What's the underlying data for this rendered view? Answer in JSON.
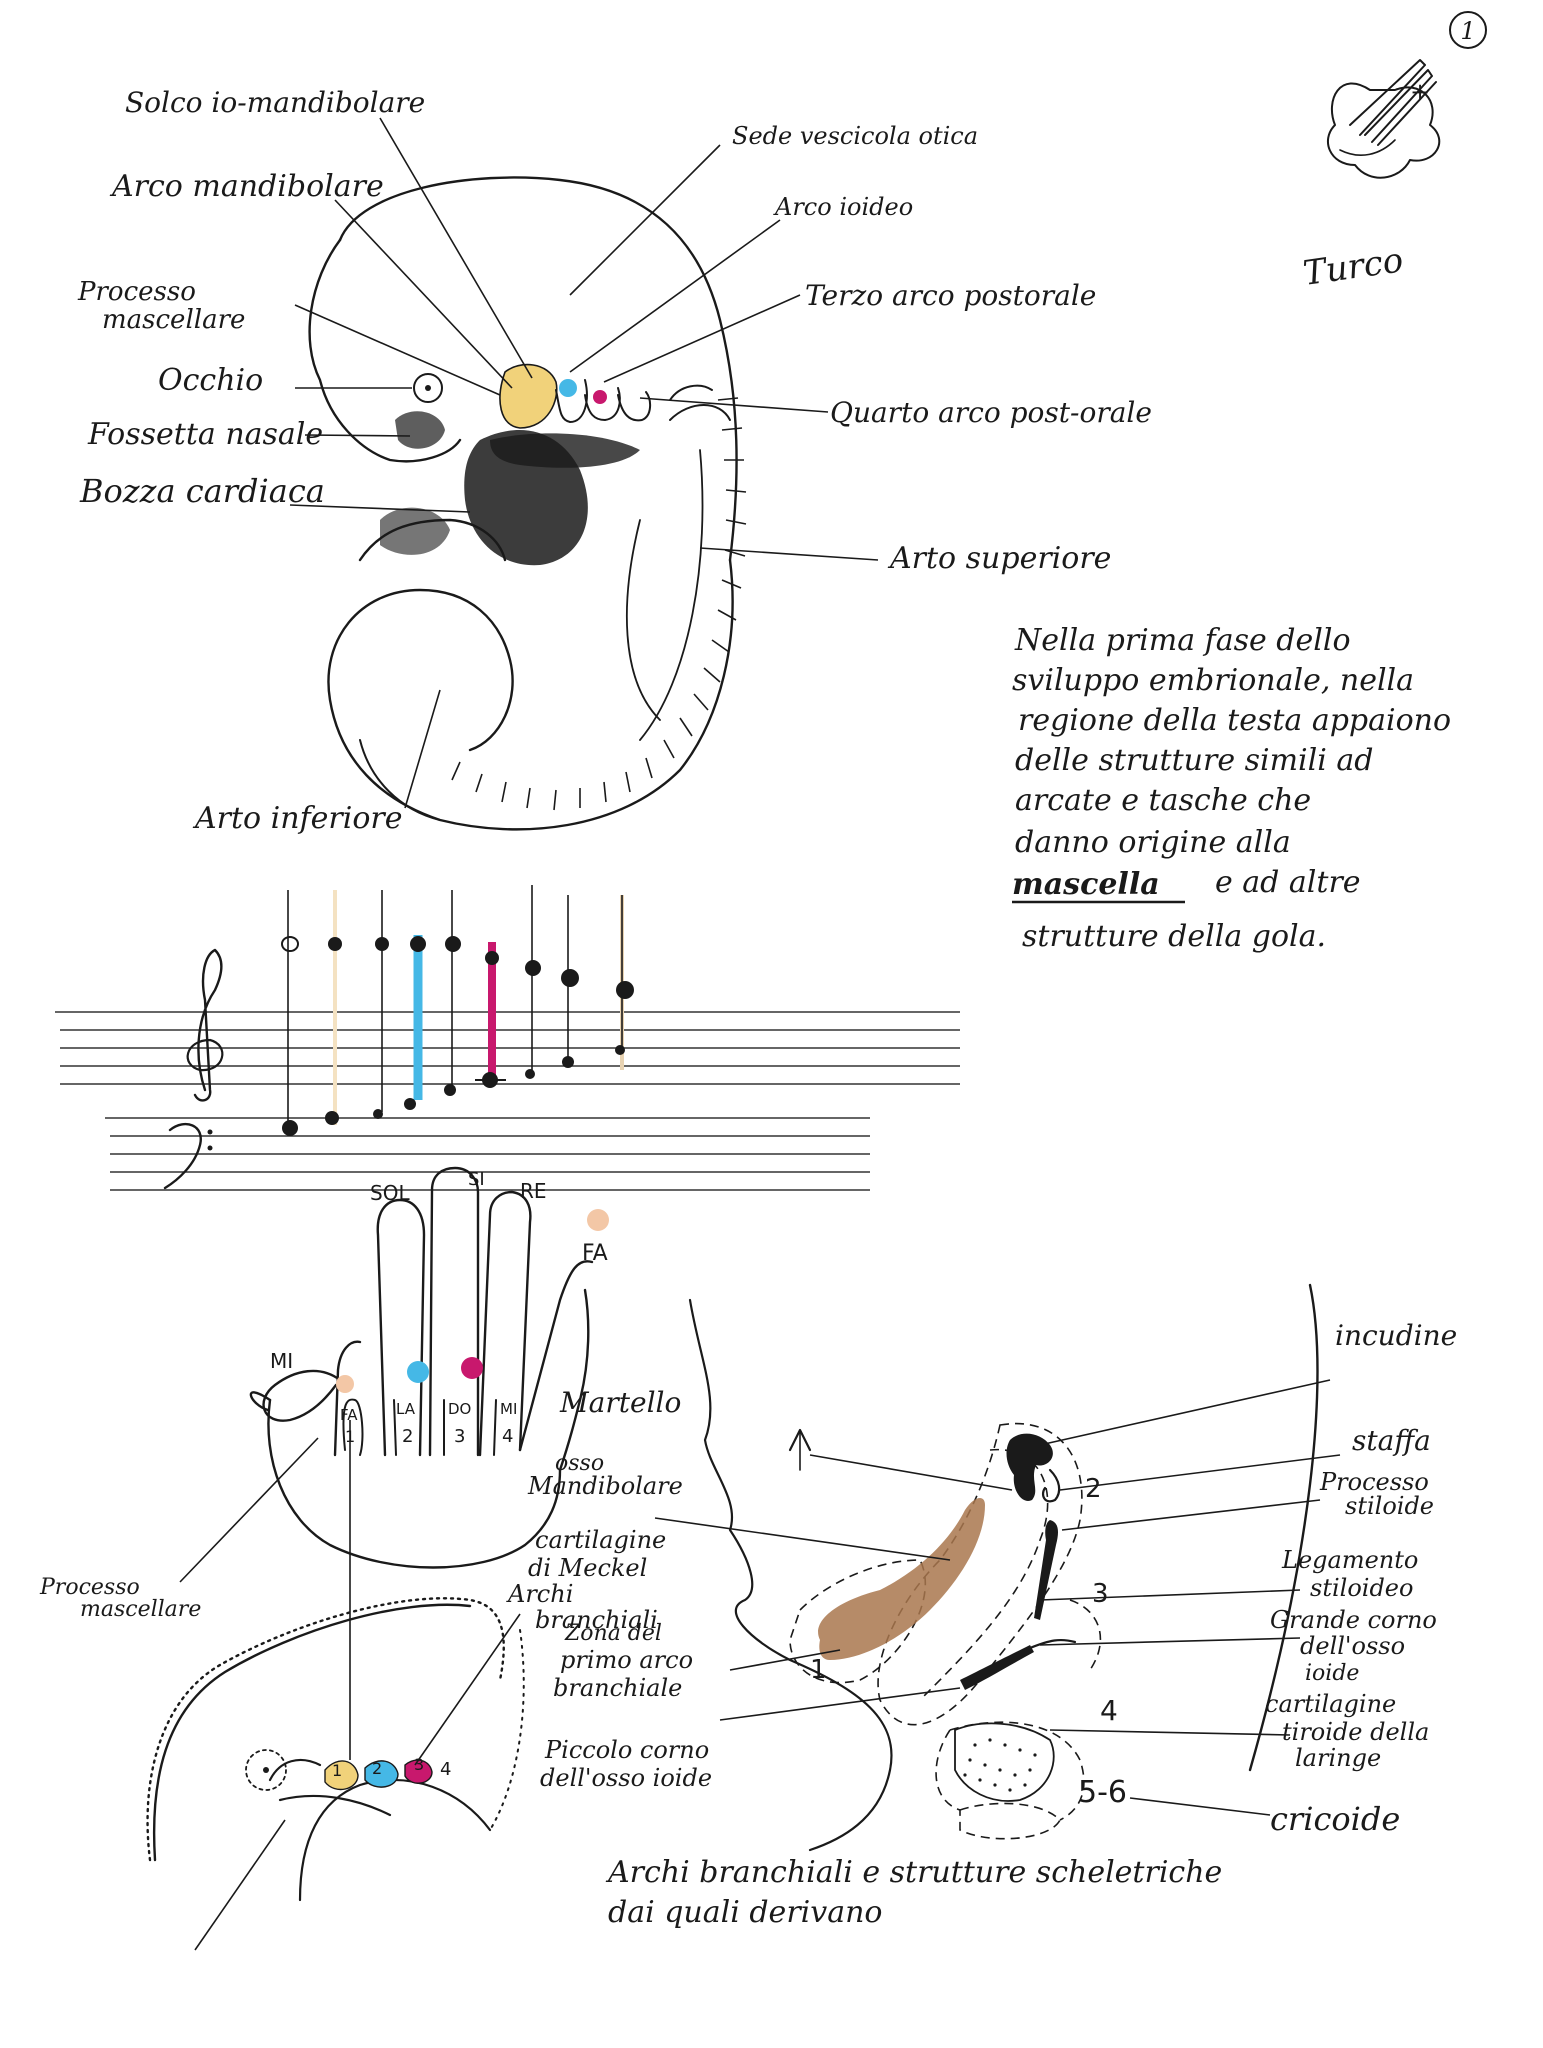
{
  "page_number": "1",
  "corner_sketch": {
    "label": "Turco",
    "sign": "+"
  },
  "embryo": {
    "labels": {
      "solco": "Solco io-mandibolare",
      "arco_mandibolare": "Arco mandibolare",
      "processo_mascellare": [
        "Processo",
        "mascellare"
      ],
      "occhio": "Occhio",
      "fossetta_nasale": "Fossetta nasale",
      "bozza_cardiaca": "Bozza cardiaca",
      "arto_inferiore": "Arto inferiore",
      "sede_vescicola": "Sede vescicola otica",
      "arco_ioideo": "Arco ioideo",
      "terzo_arco": "Terzo arco postorale",
      "quarto_arco": "Quarto arco post-orale",
      "arto_superiore": "Arto superiore"
    }
  },
  "note": {
    "lines": [
      "Nella prima fase dello",
      "sviluppo embrionale, nella",
      "regione della testa appaiono",
      "delle strutture simili ad",
      "arcate e tasche che",
      "danno origine alla"
    ],
    "emph": "mascella",
    "tail": "e ad altre",
    "last": "strutture della gola."
  },
  "hand": {
    "top_notes": {
      "sol": "SOL",
      "si": "SI",
      "re": "RE",
      "fa": "FA",
      "mi": "MI"
    },
    "fingers": [
      {
        "note": "FA",
        "num": "1"
      },
      {
        "note": "LA",
        "num": "2"
      },
      {
        "note": "DO",
        "num": "3"
      },
      {
        "note": "MI",
        "num": "4"
      }
    ],
    "labels": {
      "martello": "Martello",
      "osso": "osso",
      "mandibolare": "Mandibolare",
      "cartilagine": "cartilagine",
      "di_meckel": "di Meckel",
      "archi": "Archi",
      "branchiali": "branchiali",
      "processo": [
        "Processo",
        "mascellare"
      ]
    }
  },
  "small_embryo": {
    "arch_nums": [
      "1",
      "2",
      "3",
      "4"
    ]
  },
  "skeleton": {
    "labels": {
      "incudine": "incudine",
      "staffa": "staffa",
      "processo": [
        "Processo",
        "stiloide"
      ],
      "legamento": [
        "Legamento",
        "stiloideo"
      ],
      "grande_corno": [
        "Grande corno",
        "dell'osso",
        "ioide"
      ],
      "cartilagine_tiroide": [
        "cartilagine",
        "tiroide della",
        "laringe"
      ],
      "cricoide": "cricoide",
      "zona": [
        "Zona del",
        "primo arco",
        "branchiale"
      ],
      "piccolo": [
        "Piccolo corno",
        "dell'osso ioide"
      ]
    },
    "nums": {
      "n1": "1",
      "n2": "2",
      "n3": "3",
      "n4": "4",
      "n56": "5-6"
    }
  },
  "caption": [
    "Archi branchiali e strutture scheletriche",
    "dai quali derivano"
  ],
  "colors": {
    "ink": "#1a1a1a",
    "yellow": "#f1d27a",
    "cyan": "#45b8e6",
    "magenta": "#c8186d",
    "peach": "#f3c7a6",
    "brown": "#a9774d",
    "cream": "#f4e2c2"
  }
}
